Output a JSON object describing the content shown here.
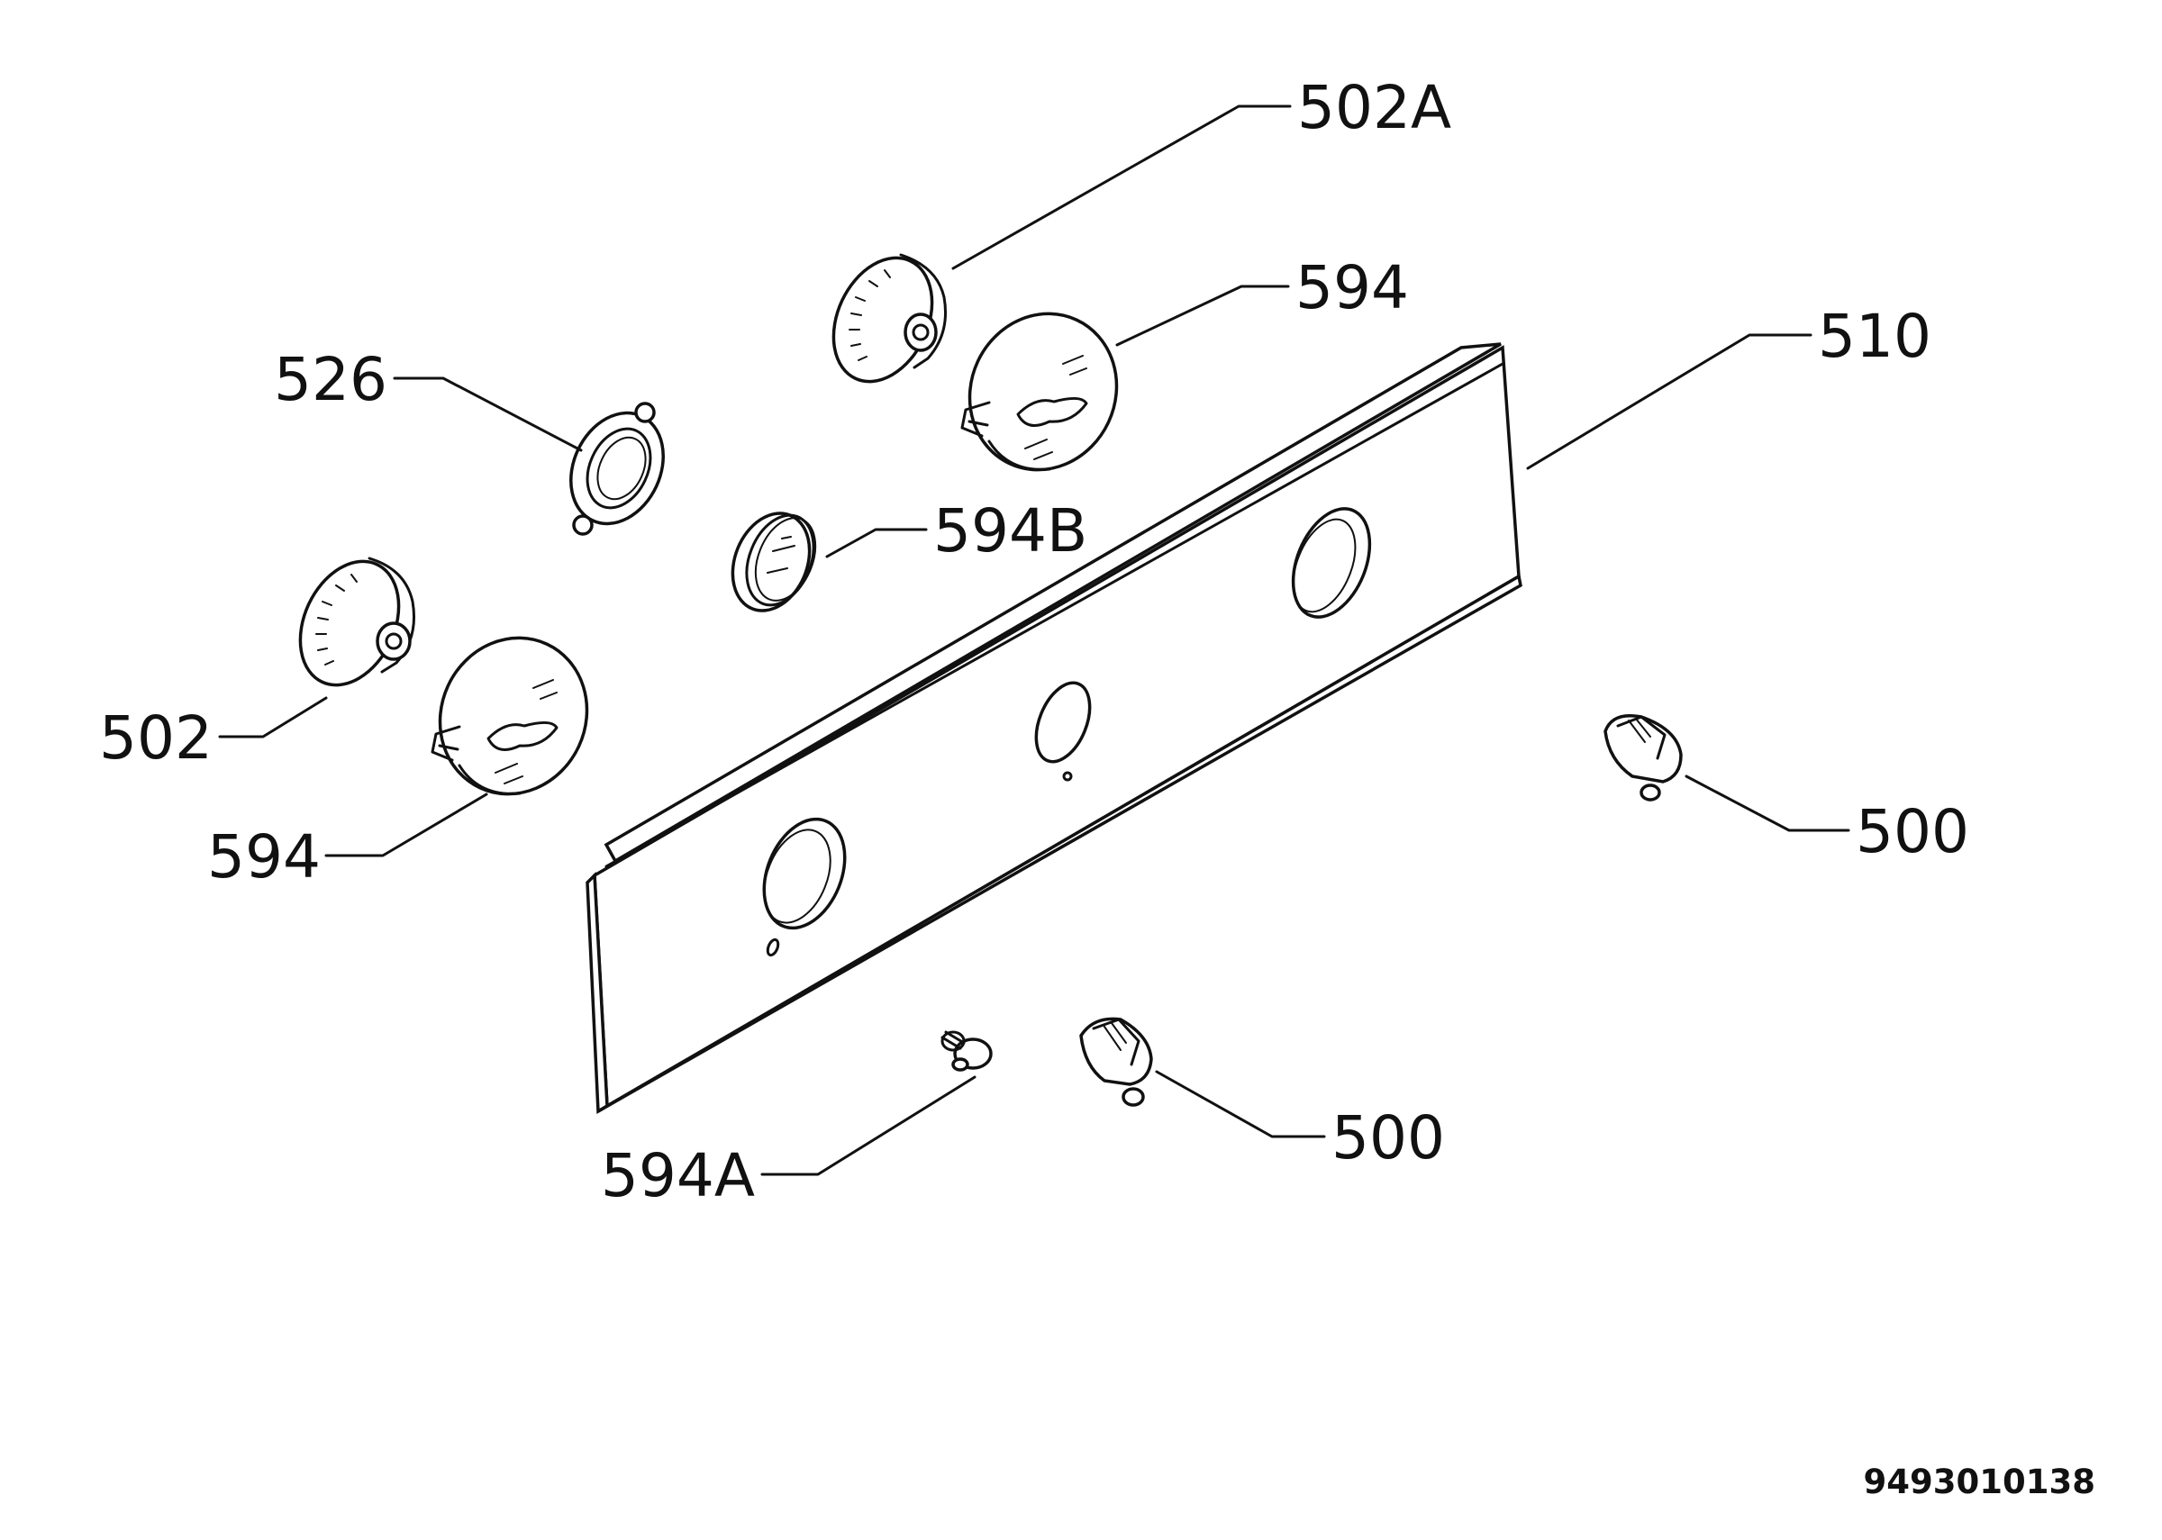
{
  "labels": {
    "knob_502a": "502A",
    "cap_594_top": "594",
    "panel_510": "510",
    "ring_526": "526",
    "cap_594b": "594B",
    "knob_502": "502",
    "cap_594_left": "594",
    "knob_500_right": "500",
    "knob_500_bottom": "500",
    "screw_594a": "594A"
  },
  "drawing_number": "9493010138"
}
